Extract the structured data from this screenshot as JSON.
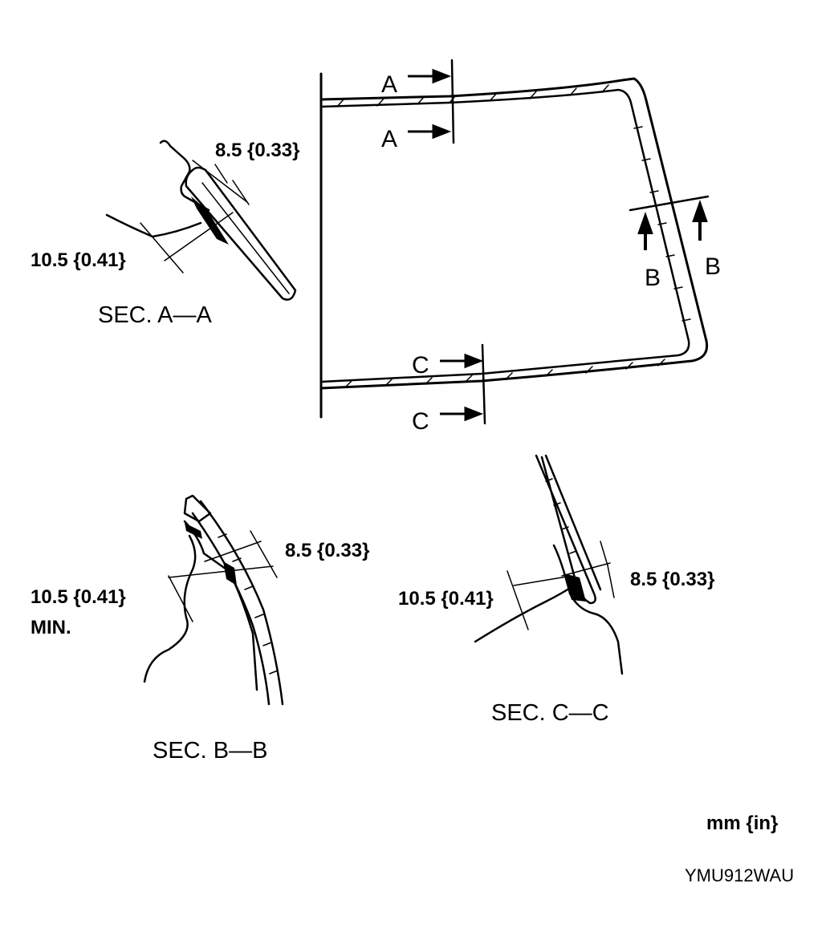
{
  "main_view": {
    "section_a_label": "A",
    "section_b_label": "B",
    "section_c_label": "C"
  },
  "sec_a": {
    "title": "SEC. A—A",
    "dim_width": "8.5 {0.33}",
    "dim_depth": "10.5 {0.41}"
  },
  "sec_b": {
    "title": "SEC. B—B",
    "dim_width": "8.5 {0.33}",
    "dim_depth": "10.5 {0.41}",
    "dim_note": "MIN."
  },
  "sec_c": {
    "title": "SEC. C—C",
    "dim_width": "8.5 {0.33}",
    "dim_depth": "10.5 {0.41}"
  },
  "units_label": "mm {in}",
  "figure_code": "YMU912WAU"
}
